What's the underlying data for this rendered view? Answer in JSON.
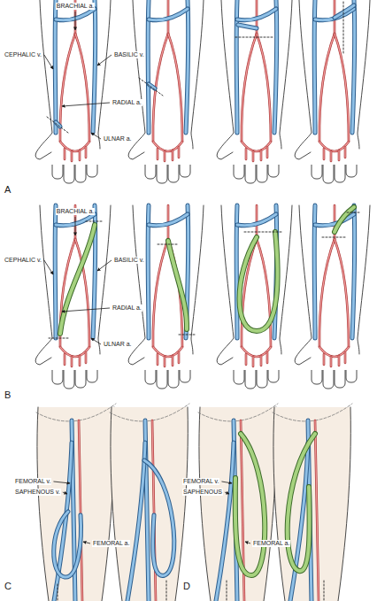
{
  "diagram": {
    "labels": [
      "BRACHIAL a.",
      "CEPHALIC v.",
      "BASILIC v.",
      "RADIAL a.",
      "ULNAR a.",
      "A",
      "BRACHIAL a.",
      "CEPHALIC v.",
      "BASILIC v.",
      "RADIAL a.",
      "ULNAR a.",
      "B",
      "FEMORAL v.",
      "SAPHENOUS v.",
      "FEMORAL a.",
      "C",
      "FEMORAL v.",
      "SAPHENOUS",
      "FEMORAL a.",
      "D"
    ]
  }
}
